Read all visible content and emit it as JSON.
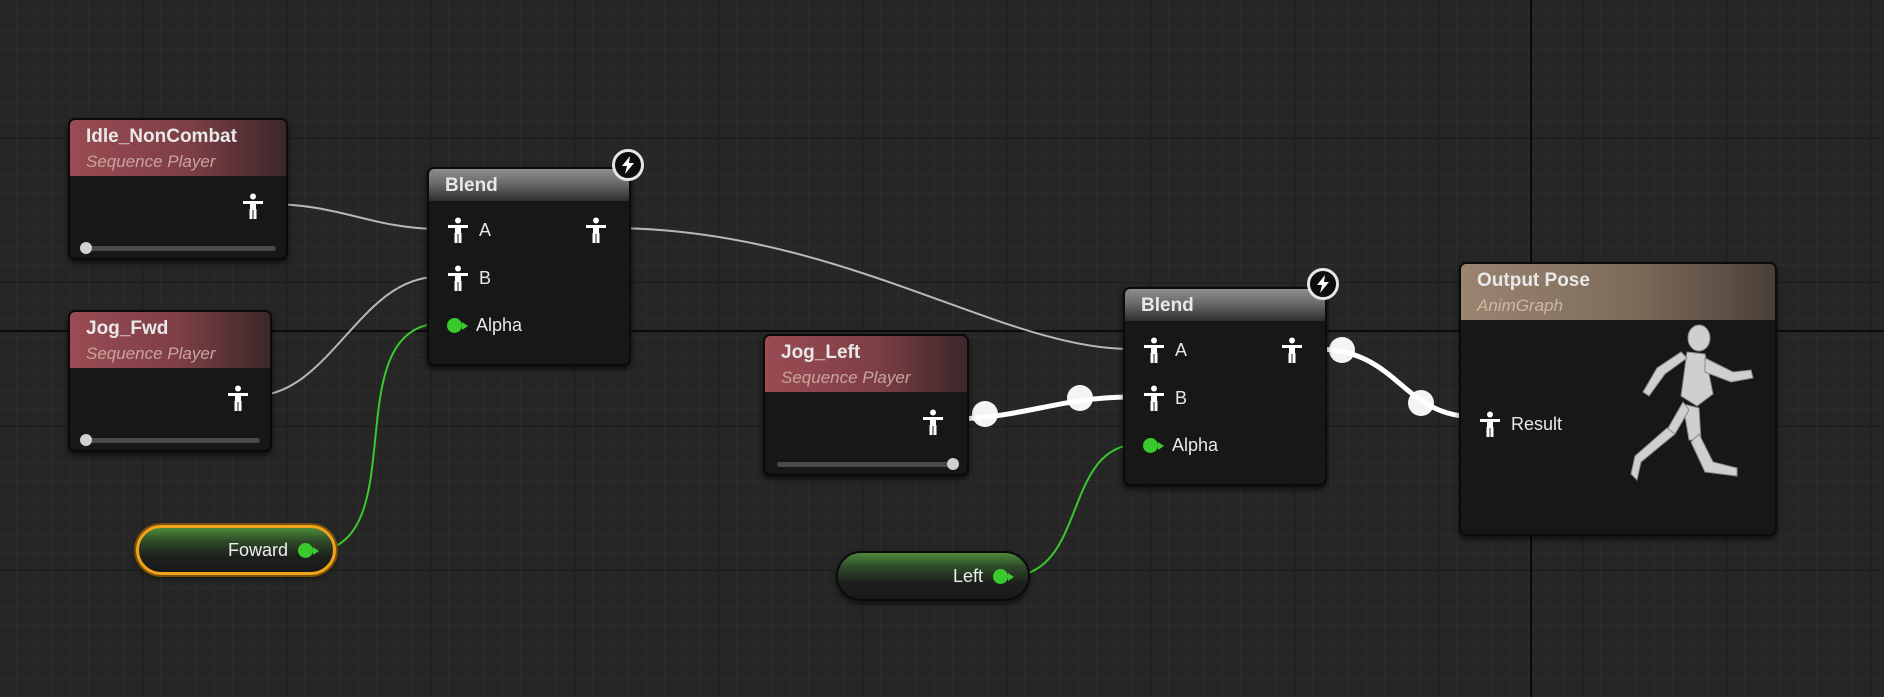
{
  "graph": {
    "nodes": {
      "idle": {
        "title": "Idle_NonCombat",
        "subtitle": "Sequence Player",
        "slider_value": 0
      },
      "jog_fwd": {
        "title": "Jog_Fwd",
        "subtitle": "Sequence Player",
        "slider_value": 0
      },
      "jog_left": {
        "title": "Jog_Left",
        "subtitle": "Sequence Player",
        "slider_value": 1
      },
      "blend1": {
        "title": "Blend",
        "pin_a": "A",
        "pin_b": "B",
        "pin_alpha": "Alpha"
      },
      "blend2": {
        "title": "Blend",
        "pin_a": "A",
        "pin_b": "B",
        "pin_alpha": "Alpha"
      },
      "output": {
        "title": "Output Pose",
        "subtitle": "AnimGraph",
        "pin_result": "Result"
      },
      "var_forward": {
        "label": "Foward",
        "selected": true
      },
      "var_left": {
        "label": "Left",
        "selected": false
      }
    },
    "icons": {
      "pose_pin": "person-icon",
      "fast_path": "lightning-icon",
      "preview": "mannequin-running-icon"
    },
    "colors": {
      "sequence_header": "#9a4b53",
      "blend_header": "#8e8e8e",
      "output_header": "#9a8470",
      "bool_pin": "#39c92c",
      "selection": "#f0a21a",
      "wire_pose": "#b8b8b8",
      "wire_bool": "#39c92c"
    }
  }
}
